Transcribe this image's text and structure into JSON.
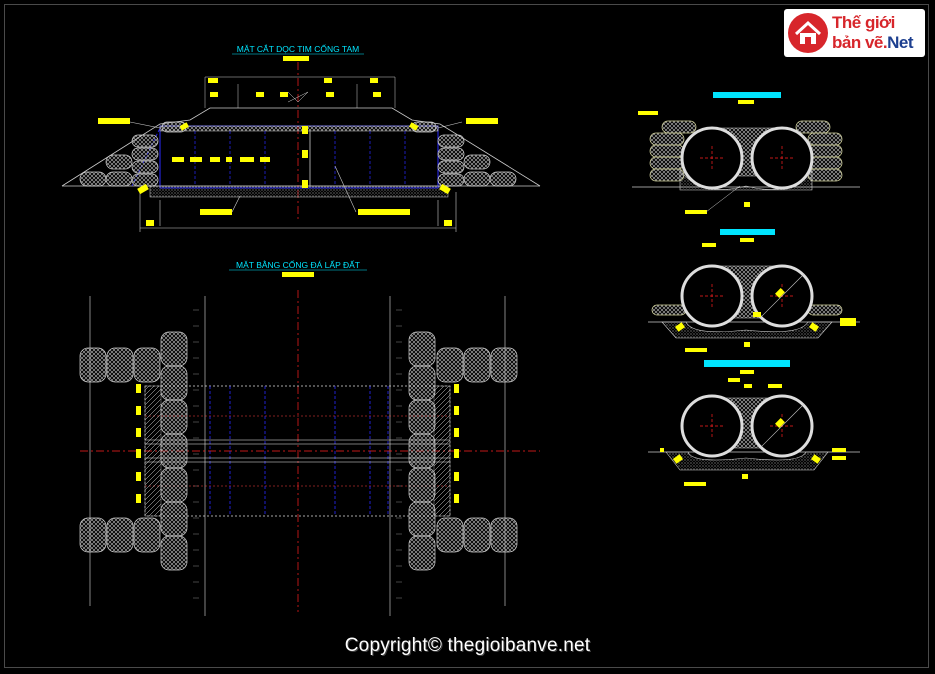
{
  "drawing": {
    "title_long_section": "MẶT CẮT DỌC TIM CỐNG TAM",
    "title_plan": "MẶT BẰNG CỐNG ĐÁ LẤP ĐẤT"
  },
  "logo": {
    "line1": "Thế giới",
    "line2_main": "bản vẽ.",
    "line2_accent": "Net"
  },
  "watermark": "Copyright© thegioibanve.net",
  "colors": {
    "background": "#000000",
    "annotation_yellow": "#ffff00",
    "title_cyan": "#00e5ff",
    "pipe_blue": "#2a2aff",
    "axis_red": "#ff2020",
    "stone_grey": "#cfcfcf"
  }
}
